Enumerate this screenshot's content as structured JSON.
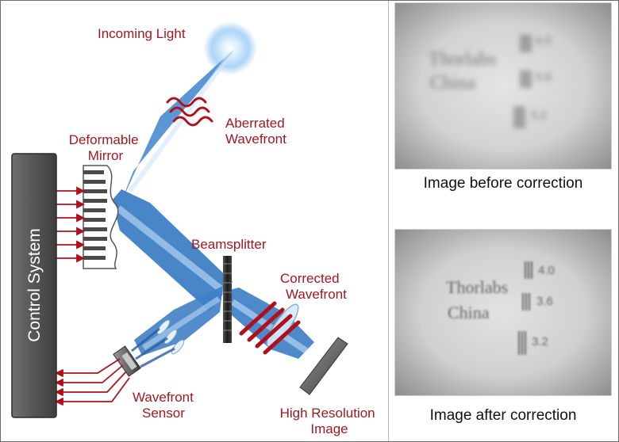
{
  "diagram": {
    "labels": {
      "incoming_light": "Incoming Light",
      "aberrated_wavefront": [
        "Aberrated",
        "Wavefront"
      ],
      "deformable_mirror": [
        "Deformable",
        "Mirror"
      ],
      "beamsplitter": "Beamsplitter",
      "corrected_wavefront": [
        "Corrected",
        "Wavefront"
      ],
      "control_system": "Control System",
      "wavefront_sensor": [
        "Wavefront",
        "Sensor"
      ],
      "high_resolution_image": [
        "High Resolution",
        "Image"
      ]
    }
  },
  "photos": {
    "before": {
      "caption": "Image before correction",
      "text_lines": [
        "Thorlabs",
        "China"
      ],
      "numbers": [
        "4.0",
        "3.6",
        "3.2"
      ]
    },
    "after": {
      "caption": "Image after correction",
      "text_lines": [
        "Thorlabs",
        "China"
      ],
      "numbers": [
        "4.0",
        "3.6",
        "3.2"
      ]
    }
  },
  "colors": {
    "label_red": "#a01820",
    "beam_blue": "#3f7fc4",
    "control_box": "#5a5a5a"
  }
}
